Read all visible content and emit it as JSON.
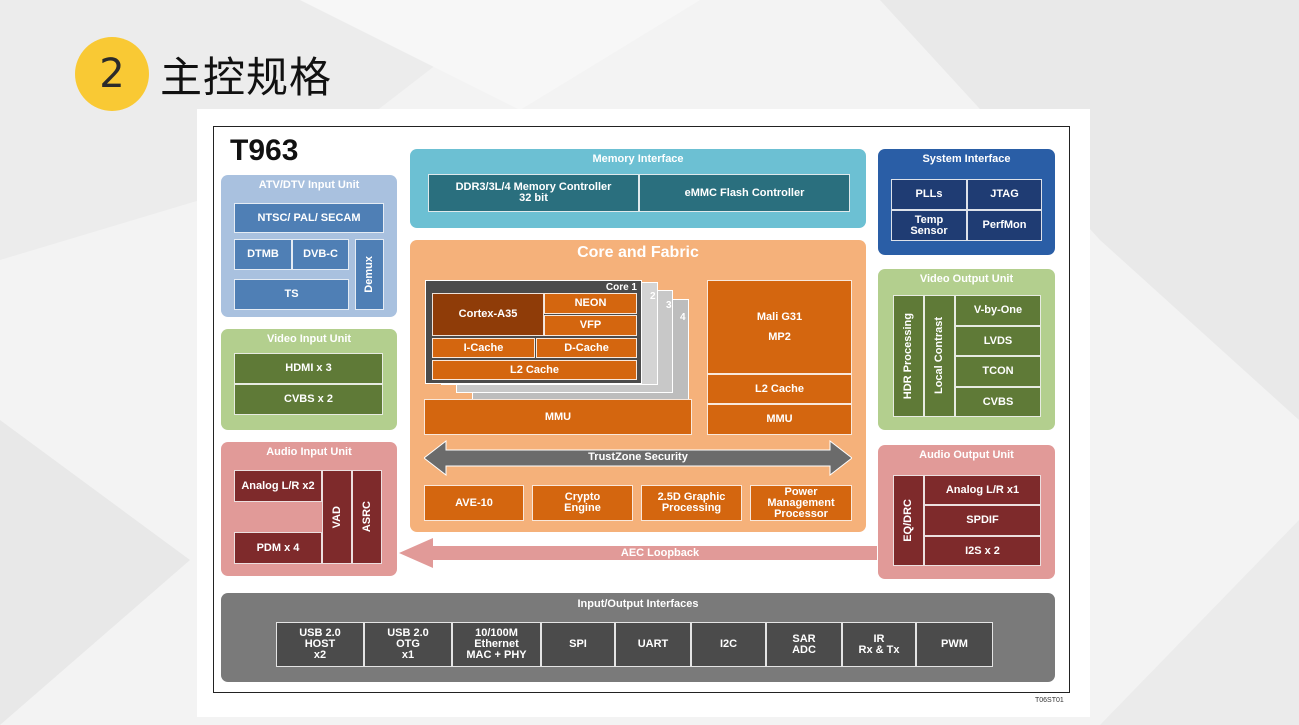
{
  "header": {
    "number": "2",
    "title": "主控规格"
  },
  "diagram": {
    "chip_name": "T963",
    "diagram_code": "T06ST01",
    "colors": {
      "memory": "#6cc0d3",
      "system": "#2a5ea6",
      "core": "#f5b17a",
      "atv": "#a9c1df",
      "video": "#b3cf8e",
      "audio": "#e19a98",
      "io": "#7a7a7a"
    },
    "memory": {
      "title": "Memory Interface",
      "ddr_line1": "DDR3/3L/4  Memory Controller",
      "ddr_line2": "32 bit",
      "emmc": "eMMC Flash Controller"
    },
    "system": {
      "title": "System Interface",
      "plls": "PLLs",
      "jtag": "JTAG",
      "temp_line1": "Temp",
      "temp_line2": "Sensor",
      "perfmon": "PerfMon"
    },
    "atv": {
      "title": "ATV/DTV Input Unit",
      "ntsc": "NTSC/ PAL/ SECAM",
      "dtmb": "DTMB",
      "dvbc": "DVB-C",
      "ts": "TS",
      "demux": "Demux"
    },
    "video_in": {
      "title": "Video Input Unit",
      "hdmi": "HDMI x 3",
      "cvbs": "CVBS x 2"
    },
    "audio_in": {
      "title": "Audio Input Unit",
      "analog": "Analog L/R x2",
      "pdm": "PDM x 4",
      "vad": "VAD",
      "asrc": "ASRC"
    },
    "core": {
      "title": "Core and Fabric",
      "core1": "Core 1",
      "n2": "2",
      "n3": "3",
      "n4": "4",
      "cortex": "Cortex-A35",
      "neon": "NEON",
      "vfp": "VFP",
      "icache": "I-Cache",
      "dcache": "D-Cache",
      "l2": "L2 Cache",
      "mmu": "MMU",
      "mali_line1": "Mali G31",
      "mali_line2": "MP2",
      "gpu_l2": "L2 Cache",
      "gpu_mmu": "MMU",
      "trustzone": "TrustZone Security",
      "ave": "AVE-10",
      "crypto_line1": "Crypto",
      "crypto_line2": "Engine",
      "graphic_line1": "2.5D Graphic",
      "graphic_line2": "Processing",
      "power_line1": "Power",
      "power_line2": "Management",
      "power_line3": "Processor"
    },
    "video_out": {
      "title": "Video Output Unit",
      "hdr": "HDR Processing",
      "local": "Local Contrast",
      "vbyone": "V-by-One",
      "lvds": "LVDS",
      "tcon": "TCON",
      "cvbs": "CVBS"
    },
    "audio_out": {
      "title": "Audio Output Unit",
      "eqdrc": "EQ/DRC",
      "analog": "Analog L/R x1",
      "spdif": "SPDIF",
      "i2s": "I2S x 2"
    },
    "aec": "AEC Loopback",
    "io": {
      "title": "Input/Output Interfaces",
      "items": [
        [
          "USB 2.0",
          "HOST",
          "x2"
        ],
        [
          "USB 2.0",
          "OTG",
          "x1"
        ],
        [
          "10/100M",
          "Ethernet",
          "MAC + PHY"
        ],
        [
          "SPI"
        ],
        [
          "UART"
        ],
        [
          "I2C"
        ],
        [
          "SAR",
          "ADC"
        ],
        [
          "IR",
          "Rx & Tx"
        ],
        [
          "PWM"
        ]
      ]
    }
  }
}
